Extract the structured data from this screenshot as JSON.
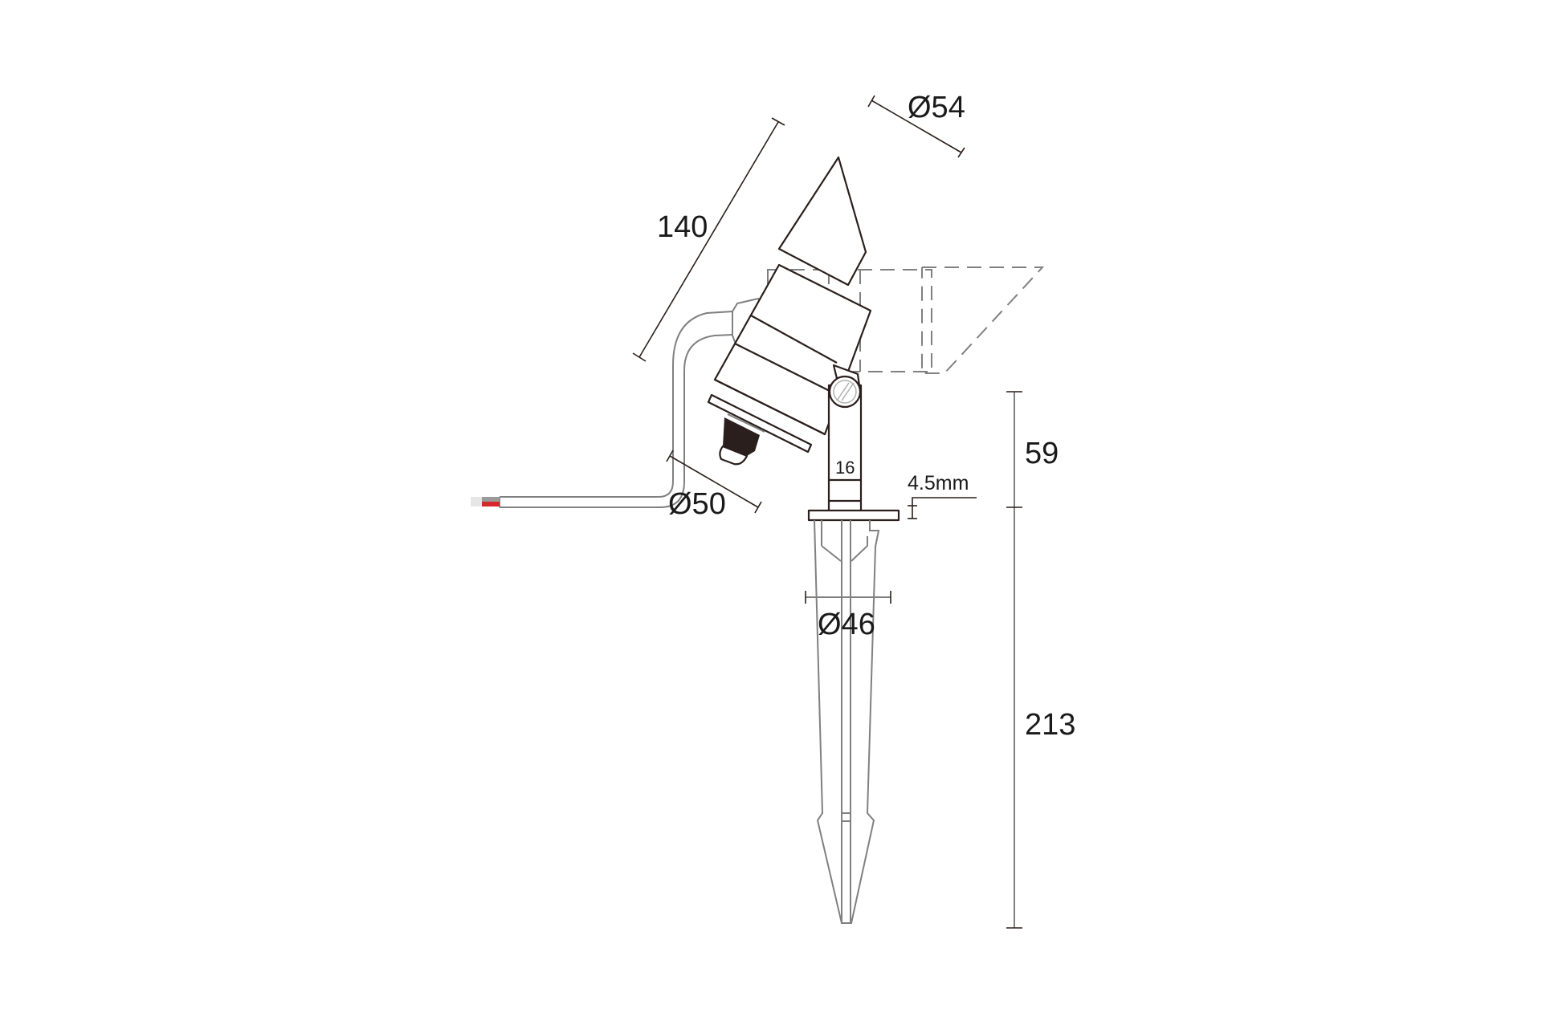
{
  "drawing": {
    "subject": "Adjustable spike spotlight - dimensional line drawing",
    "colors": {
      "outline": "#2a1f1c",
      "secondary": "#808080",
      "cable_red": "#d9262c",
      "background": "#ffffff"
    },
    "dimensions": {
      "head_length": "140",
      "head_diameter": "Ø54",
      "body_diameter": "Ø50",
      "arm_width": "16",
      "flange_thickness": "4.5mm",
      "upper_height": "59",
      "spike_diameter": "Ø46",
      "spike_length": "213"
    },
    "parts": [
      "lamp-head",
      "tilted-position-outline",
      "pivot-knuckle",
      "cable-gland",
      "power-cable",
      "support-arm",
      "flange",
      "ground-spike"
    ]
  }
}
